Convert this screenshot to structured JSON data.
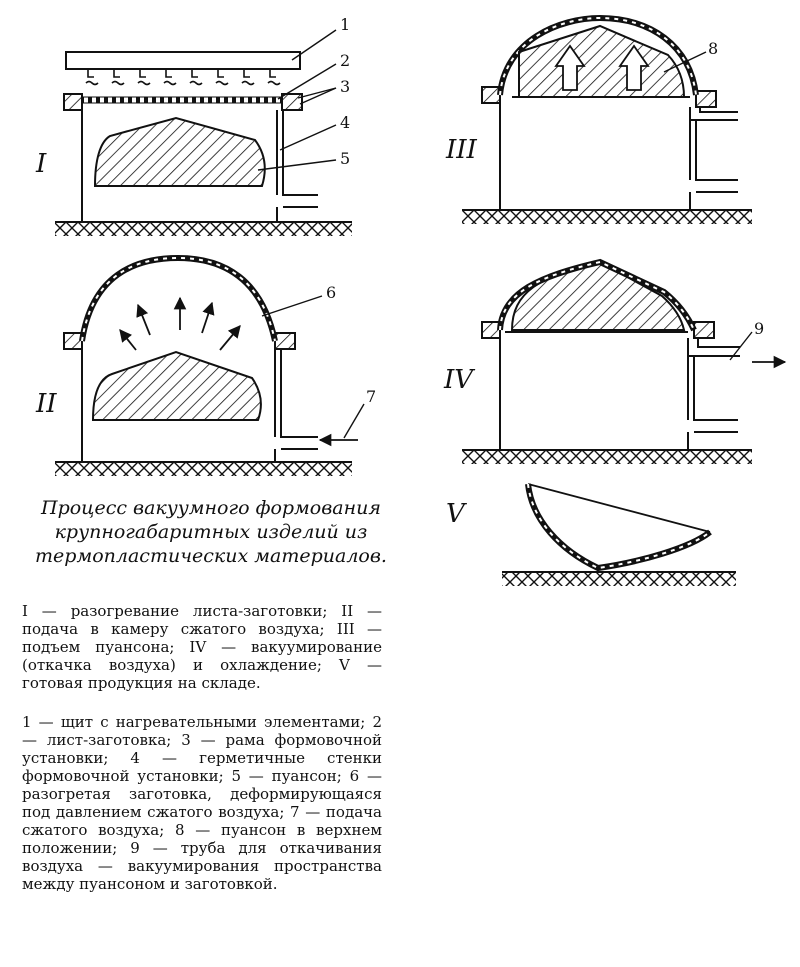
{
  "stages": [
    "I",
    "II",
    "III",
    "IV",
    "V"
  ],
  "labels": [
    "1",
    "2",
    "3",
    "4",
    "5",
    "6",
    "7",
    "8",
    "9"
  ],
  "caption": "Процесс вакуумного формования крупногабаритных изделий из термопластических материалов.",
  "legend_stages": "I — разогревание листа-заготовки; II — подача в камеру сжатого воздуха; III — подъем пуансона; IV — вакуумирование (откачка воздуха) и охлаждение; V — готовая продукция на складе.",
  "legend_parts": "1 — щит с нагревательными элементами; 2 — лист-заготовка; 3 — рама формовочной установки; 4 — герметичные стенки формовочной установки; 5 — пуансон; 6 — разогретая заготовка, деформирующаяся под давлением сжатого воздуха; 7 — подача сжатого воздуха; 8 — пуансон в верхнем положении; 9 — труба для откачивания воздуха — вакуумирования пространства между пуансоном и заготовкой."
}
